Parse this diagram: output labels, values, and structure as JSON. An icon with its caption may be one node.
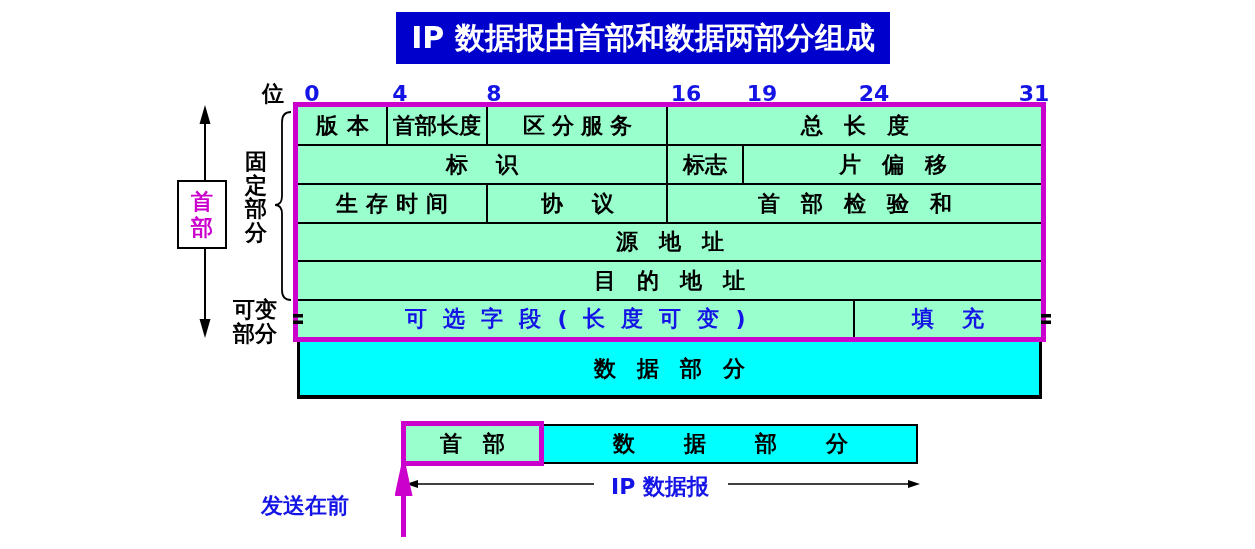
{
  "diagram": {
    "title": "IP 数据报由首部和数据两部分组成",
    "nodes": [
      {
        "text": [
          "首部"
        ]
      },
      {
        "text": [],
        "shape": "box"
      },
      {
        "text": [
          "版本"
        ],
        "in": 1
      },
      {
        "text": [
          "首部长度"
        ],
        "in": 1
      },
      {
        "text": [
          "区分服务"
        ],
        "in": 1
      },
      {
        "text": [
          "总长度"
        ],
        "in": 1
      },
      {
        "text": [
          "标识"
        ],
        "in": 1
      },
      {
        "text": [
          "标志"
        ],
        "in": 1
      },
      {
        "text": [
          "片偏移"
        ],
        "in": 1
      },
      {
        "text": [
          "生存时间"
        ],
        "in": 1
      },
      {
        "text": [
          "协议"
        ],
        "in": 1
      },
      {
        "text": [
          "首部检验和"
        ],
        "in": 1
      },
      {
        "text": [
          "源地址"
        ],
        "in": 1
      },
      {
        "text": [
          "目的地址"
        ],
        "in": 1
      },
      {
        "text": [
          "可选字段(长度可变)"
        ],
        "in": 1
      },
      {
        "text": [
          "填充"
        ],
        "in": 1
      },
      {
        "text": [
          "数据部分"
        ]
      },
      {
        "text": [
          "首部"
        ]
      },
      {
        "text": [
          "数据部分"
        ]
      }
    ],
    "edges": [
      {
        "from": null,
        "to": 17,
        "arrow": "to",
        "color": "#cc00cc"
      }
    ],
    "labels": [
      "位",
      "0",
      "4",
      "8",
      "16",
      "19",
      "24",
      "31",
      "固定部分",
      "可变部分",
      "IP 数据报",
      "发送在前"
    ]
  }
}
